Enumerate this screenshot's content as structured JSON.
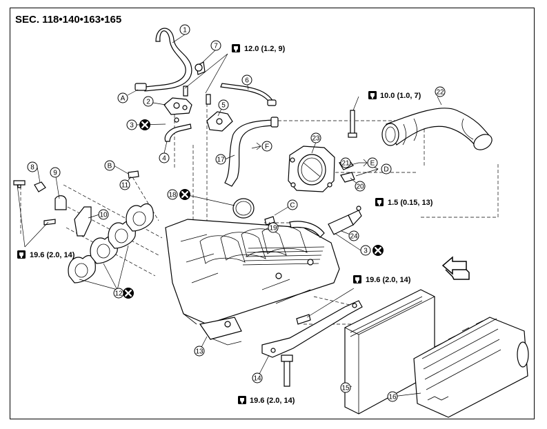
{
  "section_title": "SEC. 118•140•163•165",
  "callouts": [
    "1",
    "2",
    "3",
    "4",
    "5",
    "6",
    "7",
    "8",
    "9",
    "10",
    "11",
    "12",
    "13",
    "14",
    "15",
    "16",
    "17",
    "18",
    "19",
    "20",
    "21",
    "22",
    "23",
    "24",
    "3"
  ],
  "letters": [
    "A",
    "B",
    "C",
    "D",
    "E",
    "F"
  ],
  "torques": {
    "t1": "12.0 (1.2, 9)",
    "t2": "10.0 (1.0, 7)",
    "t3": "1.5 (0.15, 13)",
    "t4": "19.6 (2.0, 14)",
    "t5": "19.6 (2.0, 14)",
    "t6": "19.6 (2.0, 14)"
  },
  "icons": {
    "torque": "torque-wrench-icon",
    "replace": "do-not-reuse-icon",
    "direction": "front-arrow-icon"
  },
  "colors": {
    "ink": "#000000",
    "paper": "#ffffff"
  }
}
